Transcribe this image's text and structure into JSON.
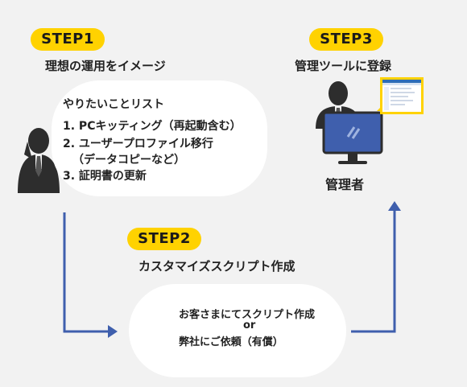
{
  "step1": {
    "badge": "STEP1",
    "title": "理想の運用をイメージ",
    "list_heading": "やりたいことリスト",
    "items": [
      "1. PCキッティング（再起動含む）",
      "2. ユーザープロファイル移行",
      "（データコピーなど）",
      "3. 証明書の更新"
    ]
  },
  "step2": {
    "badge": "STEP2",
    "title": "カスタマイズスクリプト作成",
    "option_1": "お客さまにてスクリプト作成",
    "connector": "or",
    "option_2": "弊社にご依頼（有償）"
  },
  "step3": {
    "badge": "STEP3",
    "title": "管理ツールに登録",
    "caption": "管理者"
  },
  "colors": {
    "badge": "#ffd200",
    "arrow": "#3f5fad",
    "background": "#f2f2f2",
    "bubble": "#ffffff",
    "silhouette": "#2d2d2d",
    "monitor": "#3f5fad"
  },
  "icons": [
    "businessman-on-phone-icon",
    "document-icon",
    "administrator-icon",
    "monitor-icon",
    "software-window-icon"
  ]
}
